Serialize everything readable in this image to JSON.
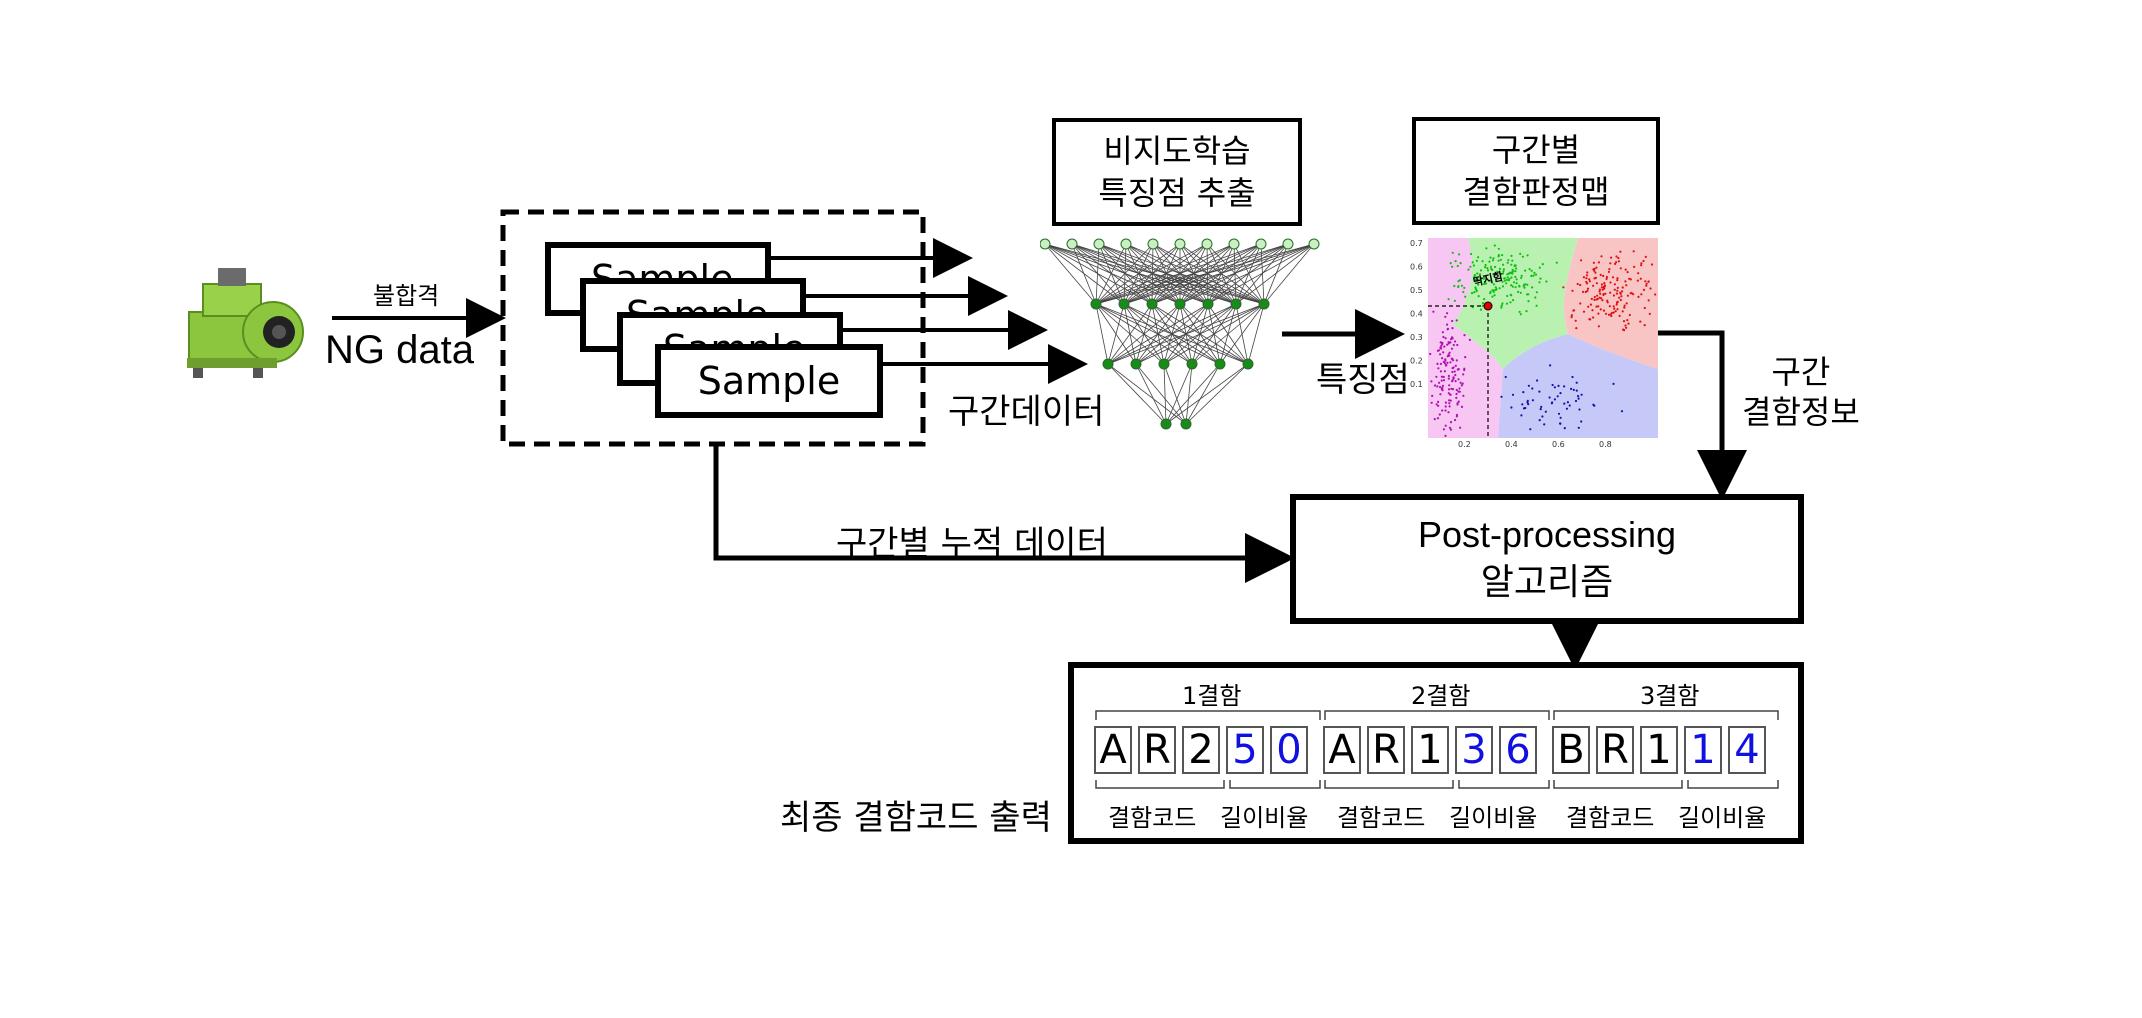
{
  "input": {
    "label_top": "불합격",
    "label_bottom": "NG data"
  },
  "samples": [
    "Sample",
    "Sample",
    "Sample",
    "Sample"
  ],
  "segment_data_label": "구간데이터",
  "feature_box": {
    "line1": "비지도학습",
    "line2": "특징점 추출"
  },
  "feature_point_label": "특징점",
  "map_box": {
    "line1": "구간별",
    "line2": "결함판정맵"
  },
  "map_annotation": "딱지함",
  "map_ticks": {
    "x": [
      "0.2",
      "0.4",
      "0.6",
      "0.8"
    ],
    "y": [
      "0.7",
      "0.6",
      "0.5",
      "0.4",
      "0.3",
      "0.2",
      "0.1"
    ]
  },
  "segment_defect_info": {
    "line1": "구간",
    "line2": "결함정보"
  },
  "accumulated_label": "구간별 누적 데이터",
  "postprocess": {
    "line1": "Post-processing",
    "line2": "알고리즘"
  },
  "final_output_label": "최종 결함코드 출력",
  "defects": [
    {
      "group_label": "1결함",
      "chars": [
        "A",
        "R",
        "2",
        "5",
        "0"
      ],
      "code_label": "결함코드",
      "ratio_label": "길이비율"
    },
    {
      "group_label": "2결함",
      "chars": [
        "A",
        "R",
        "1",
        "3",
        "6"
      ],
      "code_label": "결함코드",
      "ratio_label": "길이비율"
    },
    {
      "group_label": "3결함",
      "chars": [
        "B",
        "R",
        "1",
        "1",
        "4"
      ],
      "code_label": "결함코드",
      "ratio_label": "길이비율"
    }
  ],
  "colors": {
    "ratio_digits": "#1010e0",
    "line": "#000000",
    "node": "#1a8a1a",
    "node_light": "#c8f0c0",
    "region_pink": "#f7c6f2",
    "region_green": "#b9f2b0",
    "region_red": "#f8c4c4",
    "region_blue": "#c6c9f7"
  }
}
